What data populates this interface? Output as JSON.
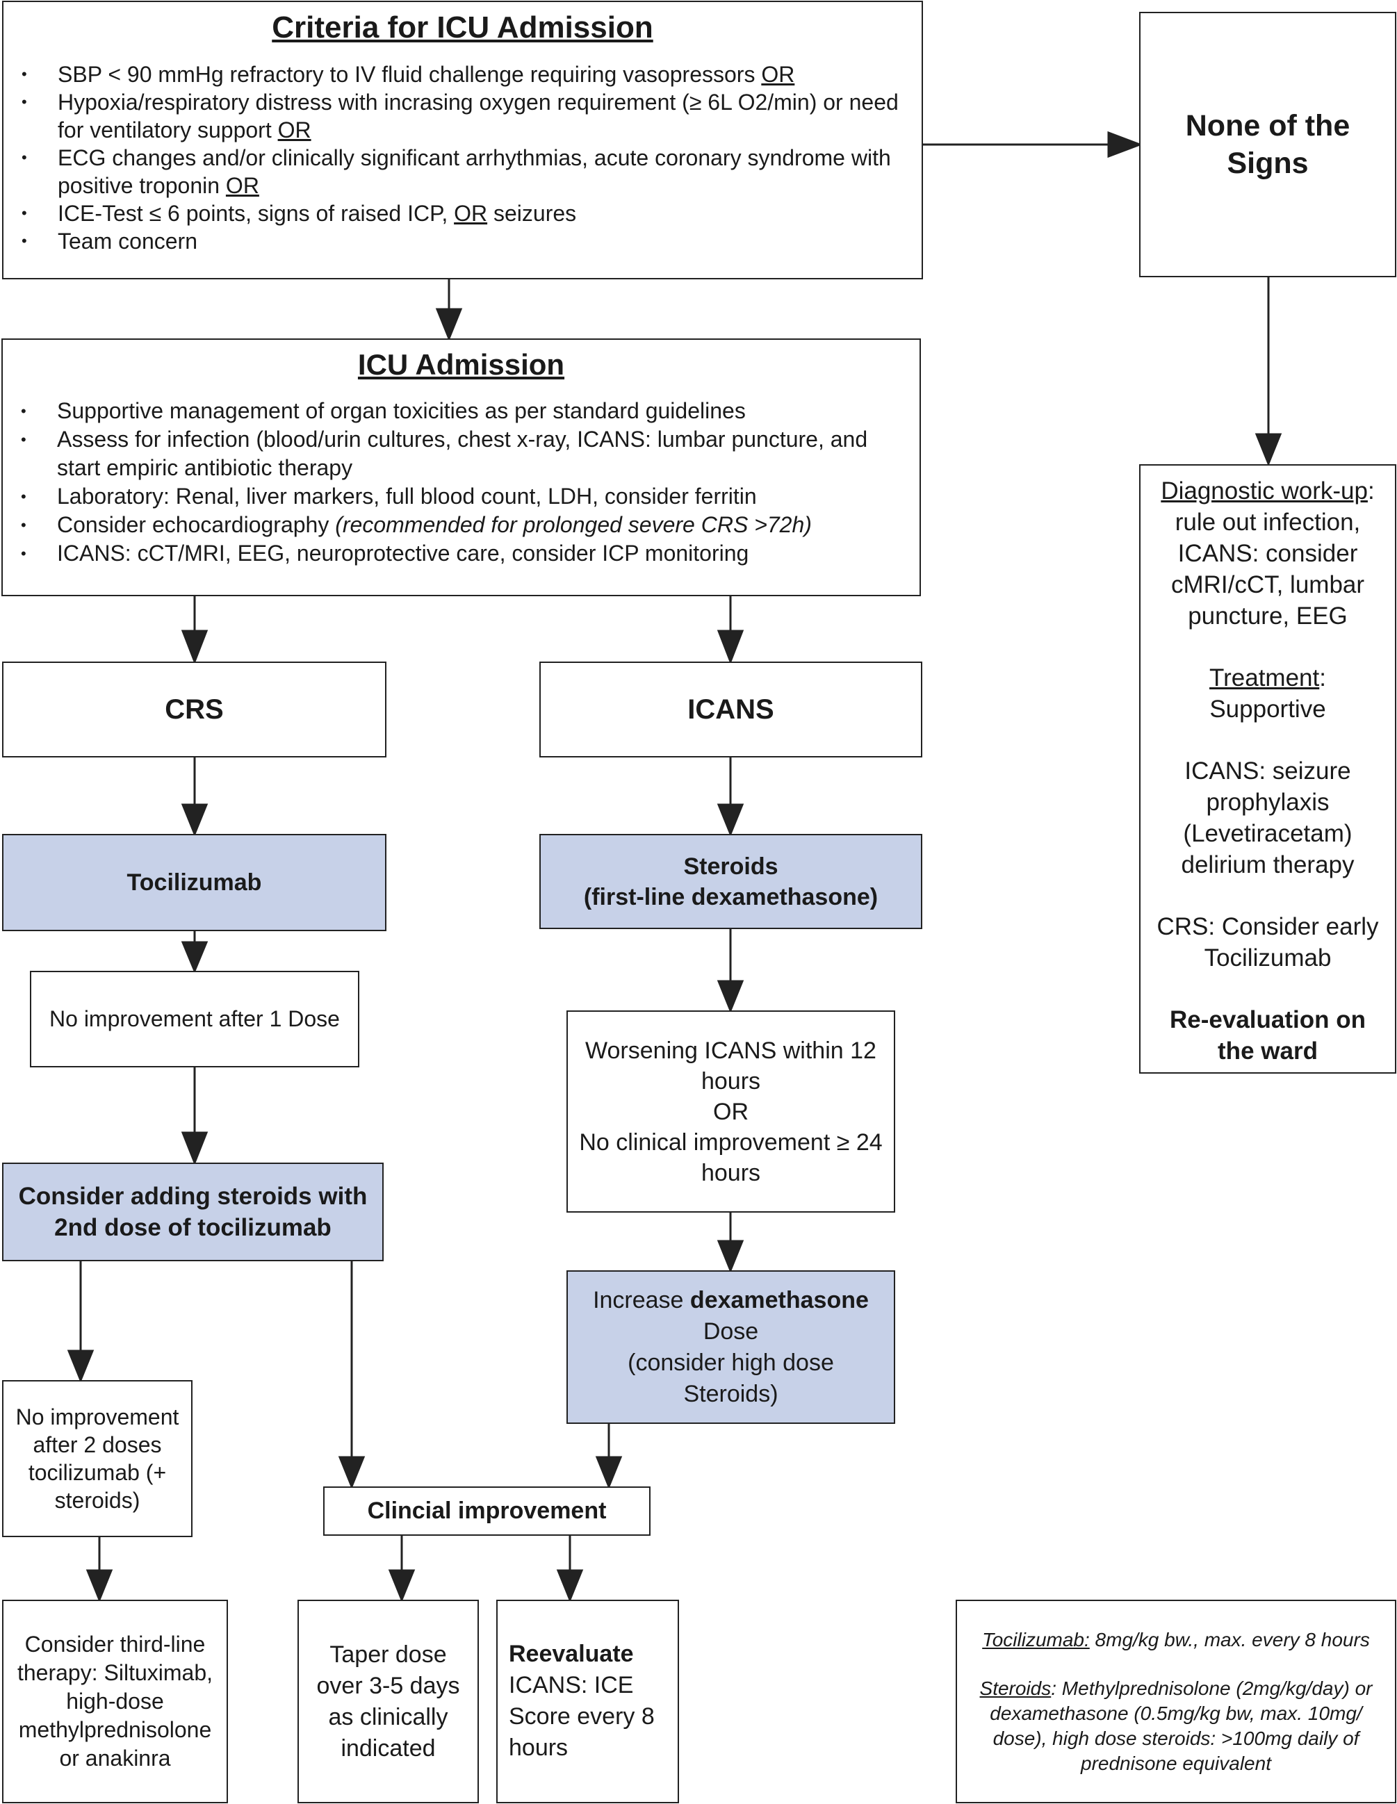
{
  "criteria": {
    "title": "Criteria for ICU Admission",
    "items": [
      {
        "text": "SBP < 90 mmHg refractory to IV fluid challenge requiring vasopressors ",
        "or": "OR"
      },
      {
        "text": "Hypoxia/respiratory distress with incrasing oxygen requirement (≥ 6L O2/min) or need for ventilatory support ",
        "or": "OR"
      },
      {
        "text": "ECG changes and/or clinically significant arrhythmias, acute coronary syndrome with positive troponin ",
        "or": "OR"
      },
      {
        "text_a": "ICE-Test ≤ 6 points, signs of raised ICP, ",
        "or": "OR",
        "text_b": " seizures"
      },
      {
        "text": "Team concern"
      }
    ]
  },
  "none_box": {
    "text": "None of the Signs"
  },
  "icu": {
    "title": "ICU Admission",
    "items": [
      "Supportive management of organ toxicities as per standard guidelines",
      "Assess for infection (blood/urin cultures, chest x-ray, ICANS: lumbar puncture, and start empiric antibiotic therapy",
      "Laboratory: Renal, liver markers, full blood count, LDH, consider ferritin",
      {
        "text": "Consider echocardiography ",
        "italic": "(recommended for prolonged severe CRS >72h)"
      },
      "ICANS: cCT/MRI, EEG, neuroprotective care, consider ICP monitoring"
    ]
  },
  "diag": {
    "workup_label": "Diagnostic work-up",
    "workup_text": "rule out infection, ICANS: consider cMRI/cCT, lumbar puncture, EEG",
    "treatment_label": "Treatment",
    "treatment_text": "Supportive",
    "icans_text": "ICANS: seizure prophylaxis (Levetiracetam) delirium therapy",
    "crs_text": "CRS: Consider early Tocilizumab",
    "reeval": "Re-evaluation on the ward"
  },
  "crs": {
    "label": "CRS"
  },
  "icans": {
    "label": "ICANS"
  },
  "tocilizumab": {
    "label": "Tocilizumab"
  },
  "steroids": {
    "line1": "Steroids",
    "line2": "(first-line dexamethasone)"
  },
  "no_improve_1": {
    "text": "No improvement after 1 Dose"
  },
  "worsening": {
    "line1": "Worsening ICANS within 12 hours",
    "line2": "OR",
    "line3": "No clinical improvement ≥ 24 hours"
  },
  "consider_steroids": {
    "text": "Consider adding steroids with 2nd dose of tocilizumab"
  },
  "increase_dex": {
    "pre": "Increase ",
    "bold": "dexamethasone",
    "post": " Dose",
    "paren": "(consider high dose Steroids)"
  },
  "no_improve_2": {
    "text": "No improvement after 2 doses tocilizumab (+ steroids)"
  },
  "clinical_improvement": {
    "text": "Clincial improvement"
  },
  "third_line": {
    "text": "Consider third-line therapy: Siltuximab, high-dose methylprednisolone or anakinra"
  },
  "taper": {
    "text": "Taper dose over 3-5 days as clinically indicated"
  },
  "reevaluate": {
    "bold": "Reevaluate",
    "text": "ICANS: ICE Score every 8 hours"
  },
  "footnote": {
    "toci_label": "Tocilizumab:",
    "toci_text": " 8mg/kg bw., max. every 8 hours",
    "ster_label": "Steroids",
    "ster_text": ": Methylprednisolone (2mg/kg/day) or dexamethasone (0.5mg/kg bw, max. 10mg/ dose), high dose steroids: >100mg daily of prednisone equivalent"
  }
}
